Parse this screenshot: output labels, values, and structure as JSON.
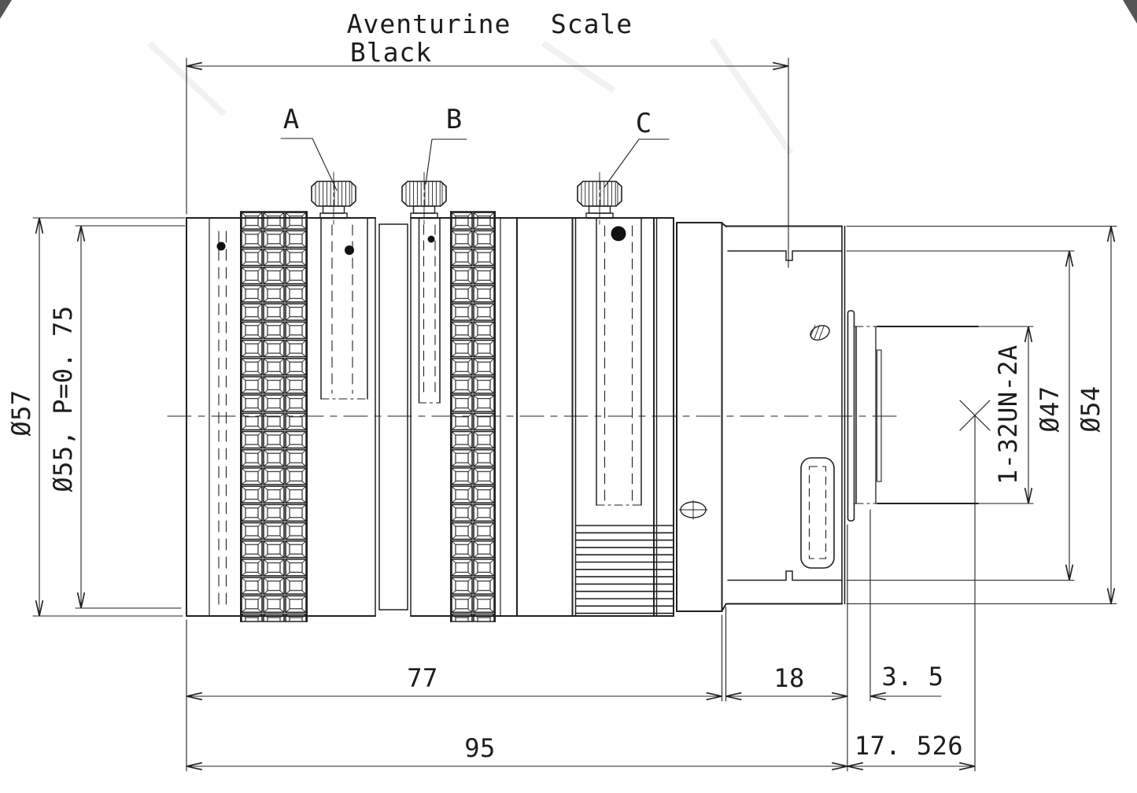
{
  "drawing": {
    "title": {
      "name_line1": "Aventurine",
      "name_line2": "Black",
      "scale_label": "Scale"
    },
    "screw_labels": {
      "a": "A",
      "b": "B",
      "c": "C"
    },
    "dims": {
      "front_outer_diameter": "Ø57",
      "filter_thread": "Ø55, P=0. 75",
      "body_length": "77",
      "overall_length": "95",
      "rear_length": "18",
      "flange_offset": "3. 5",
      "flange_focal_distance": "17. 526",
      "mount_thread": "1-32UN-2A",
      "rear_inner_diameter": "Ø47",
      "rear_outer_diameter": "Ø54"
    },
    "colors": {
      "line": "#212121",
      "background": "#ffffff"
    }
  }
}
